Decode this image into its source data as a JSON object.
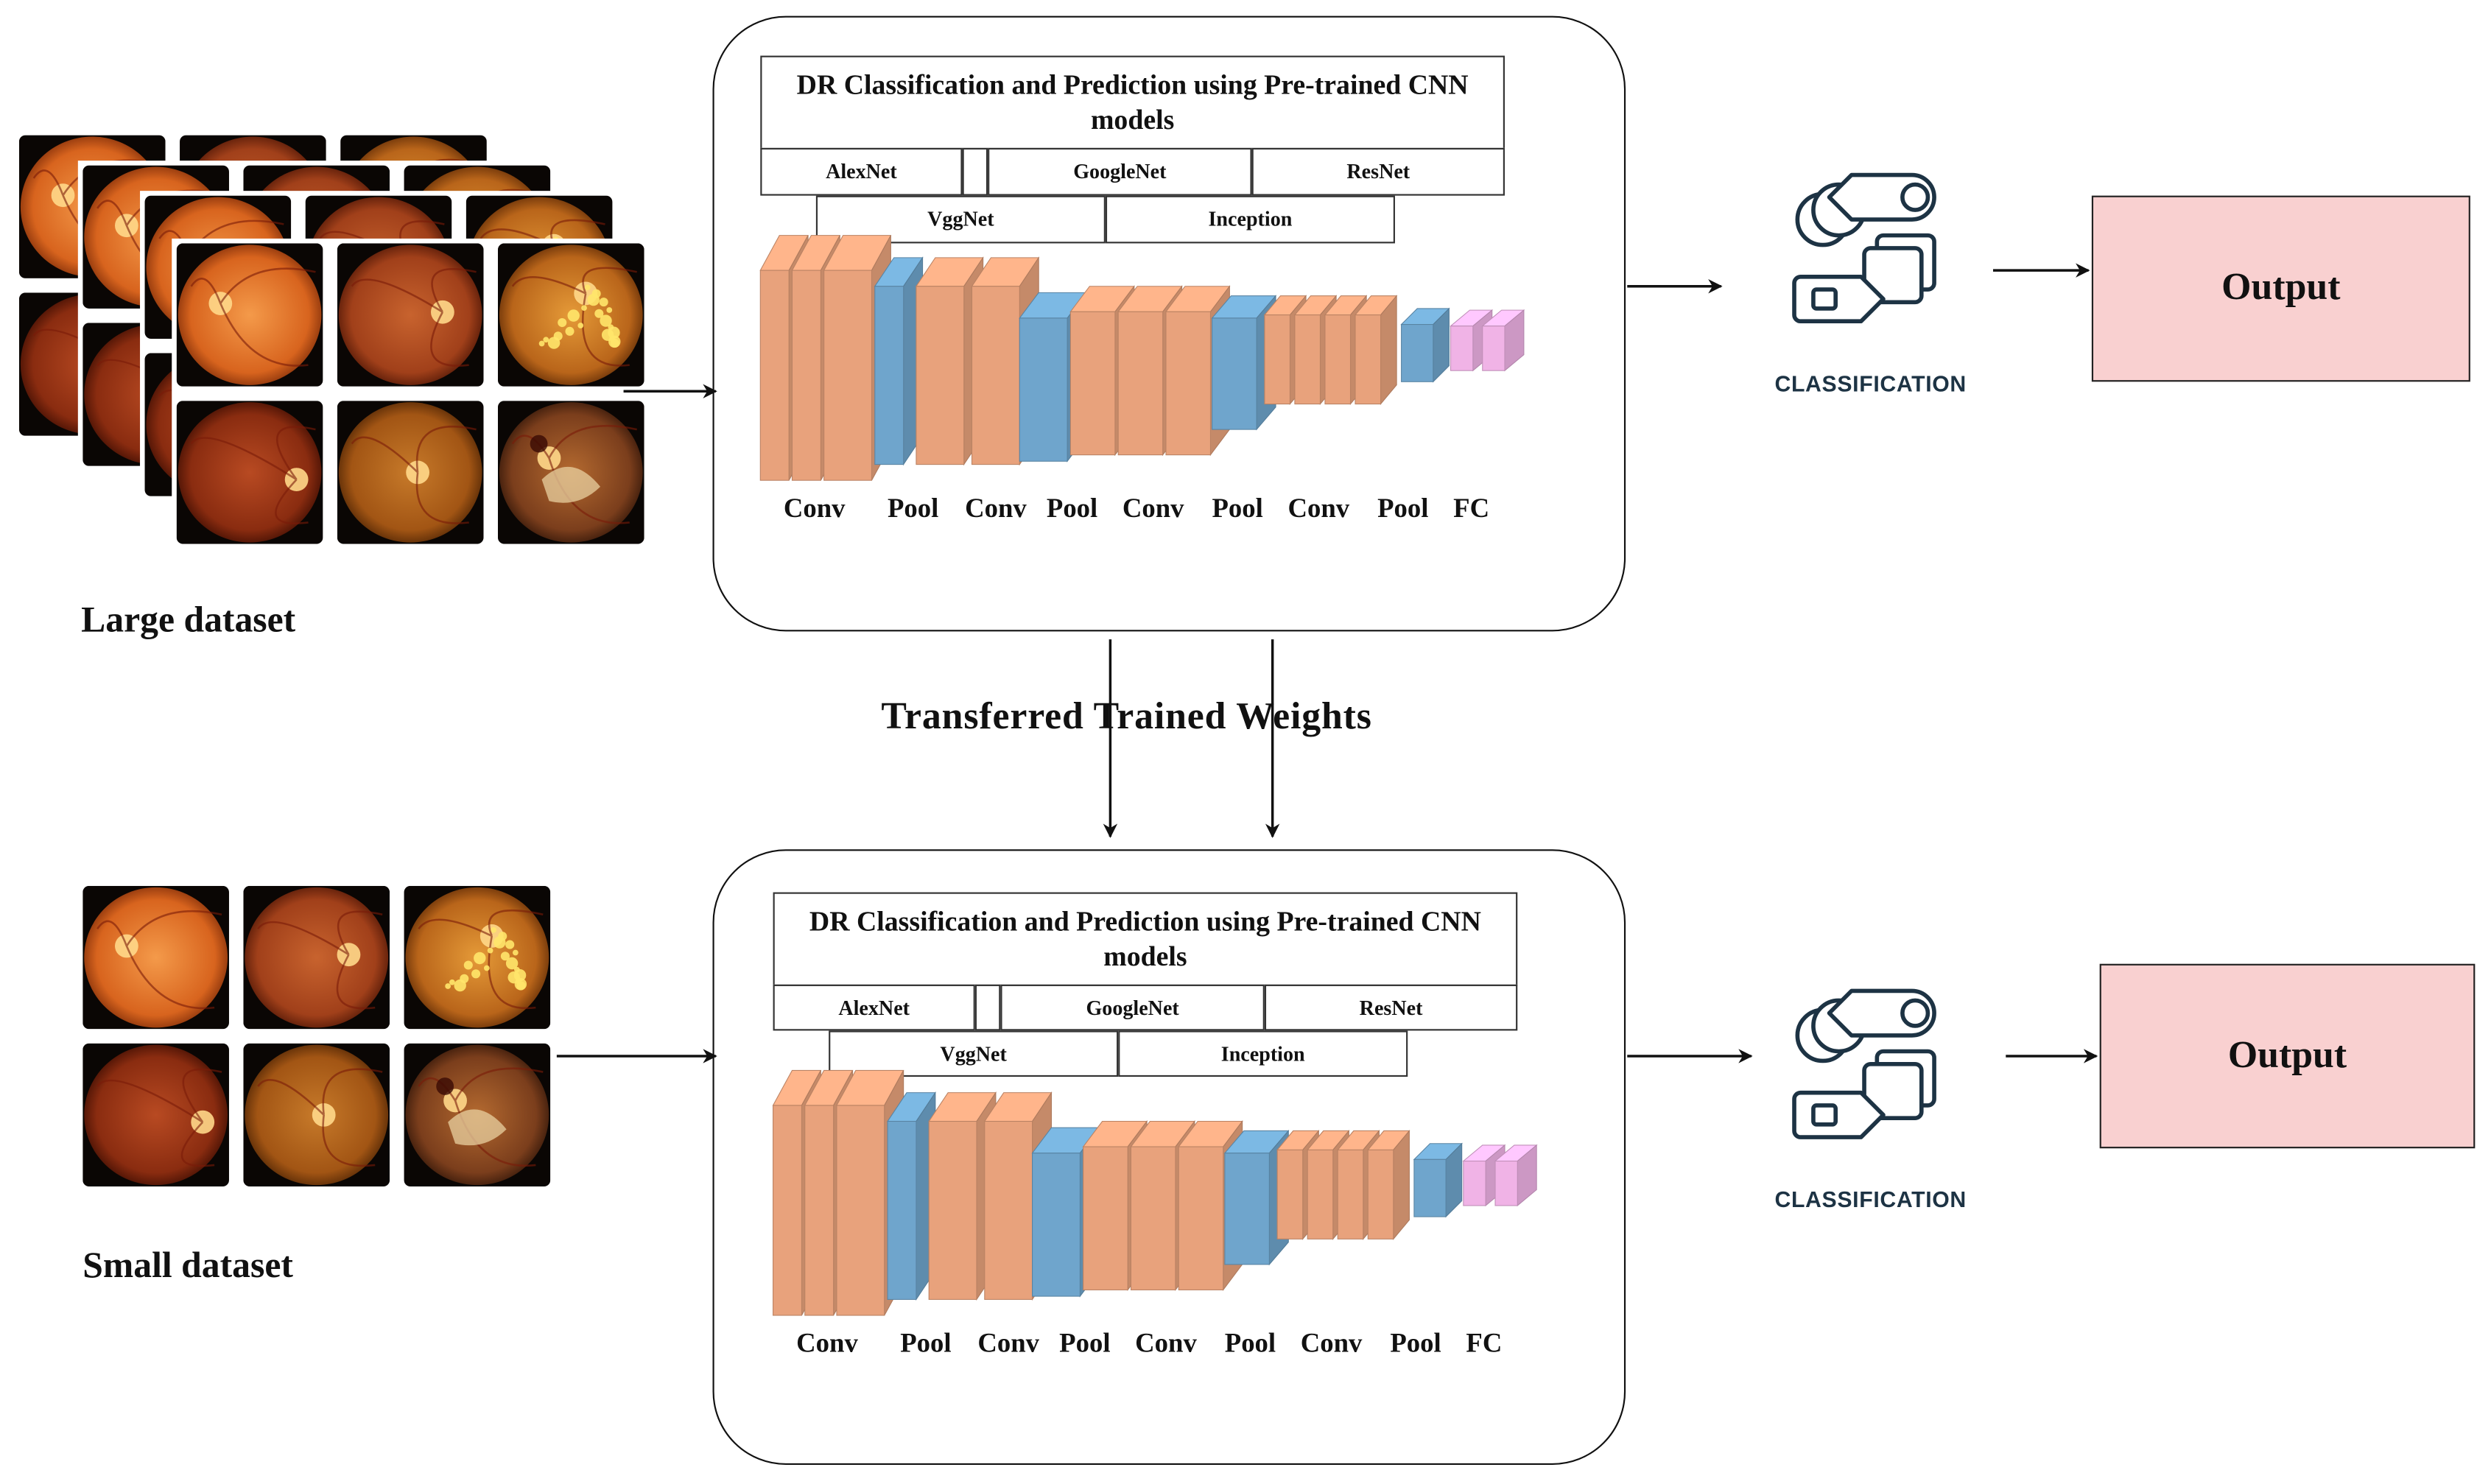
{
  "pipelines": [
    {
      "id": "top",
      "dataset_label": "Large dataset",
      "panel_title": "DR Classification and Prediction using Pre-trained CNN models",
      "models_row1": [
        "AlexNet",
        "",
        "GoogleNet",
        "ResNet"
      ],
      "models_row2": [
        "VggNet",
        "Inception"
      ],
      "layer_labels": [
        "Conv",
        "Pool",
        "Conv",
        "Pool",
        "Conv",
        "Pool",
        "Conv",
        "Pool",
        "FC"
      ],
      "classification_label": "CLASSIFICATION",
      "output_label": "Output"
    },
    {
      "id": "bottom",
      "dataset_label": "Small dataset",
      "panel_title": "DR Classification and Prediction using Pre-trained CNN models",
      "models_row1": [
        "AlexNet",
        "",
        "GoogleNet",
        "ResNet"
      ],
      "models_row2": [
        "VggNet",
        "Inception"
      ],
      "layer_labels": [
        "Conv",
        "Pool",
        "Conv",
        "Pool",
        "Conv",
        "Pool",
        "Conv",
        "Pool",
        "FC"
      ],
      "classification_label": "CLASSIFICATION",
      "output_label": "Output"
    }
  ],
  "transfer_label": "Transferred Trained Weights",
  "colors": {
    "conv": "#e8a27c",
    "pool": "#6fa5cc",
    "fc": "#f0b3e6",
    "output_fill": "#f9d0d0",
    "icon_stroke": "#1d3344"
  },
  "icons": {
    "classification": "classification-shapes-icon",
    "retina": "fundus-retina-image"
  }
}
